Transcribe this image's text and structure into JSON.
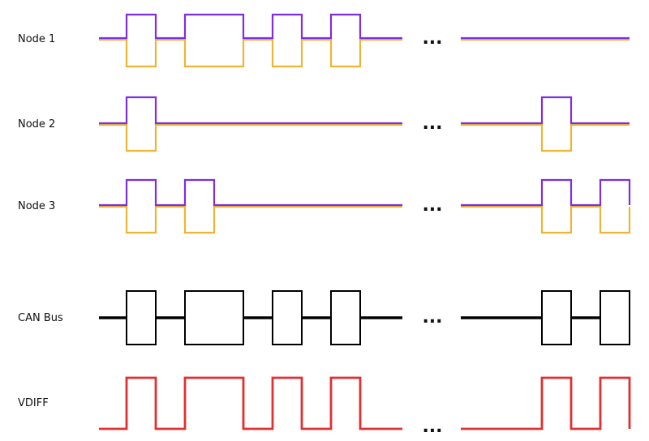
{
  "colors": {
    "node_high": "#7b2fe0",
    "node_low": "#ecb535",
    "bus": "#000000",
    "vdiff": "#e03030",
    "text": "#111111"
  },
  "ellipsis": "...",
  "rows": [
    {
      "id": "node-1",
      "label": "Node 1",
      "kind": "node",
      "pulses_left": [
        [
          0,
          1
        ],
        [
          2,
          4
        ],
        [
          5,
          6
        ],
        [
          7,
          8
        ]
      ],
      "pulses_right": []
    },
    {
      "id": "node-2",
      "label": "Node 2",
      "kind": "node",
      "pulses_left": [
        [
          0,
          1
        ]
      ],
      "pulses_right": [
        [
          1,
          2
        ]
      ]
    },
    {
      "id": "node-3",
      "label": "Node 3",
      "kind": "node",
      "pulses_left": [
        [
          0,
          1
        ],
        [
          2,
          3
        ]
      ],
      "pulses_right": [
        [
          1,
          2
        ],
        [
          3,
          4
        ]
      ]
    },
    {
      "id": "can-bus",
      "label": "CAN Bus",
      "kind": "bus",
      "pulses_left": [
        [
          0,
          1
        ],
        [
          2,
          4
        ],
        [
          5,
          6
        ],
        [
          7,
          8
        ]
      ],
      "pulses_right": [
        [
          1,
          2
        ],
        [
          3,
          4
        ]
      ]
    },
    {
      "id": "vdiff",
      "label": "VDIFF",
      "kind": "vdiff",
      "pulses_left": [
        [
          0,
          1
        ],
        [
          2,
          4
        ],
        [
          5,
          6
        ],
        [
          7,
          8
        ]
      ],
      "pulses_right": [
        [
          1,
          2
        ],
        [
          3,
          4
        ]
      ]
    }
  ]
}
